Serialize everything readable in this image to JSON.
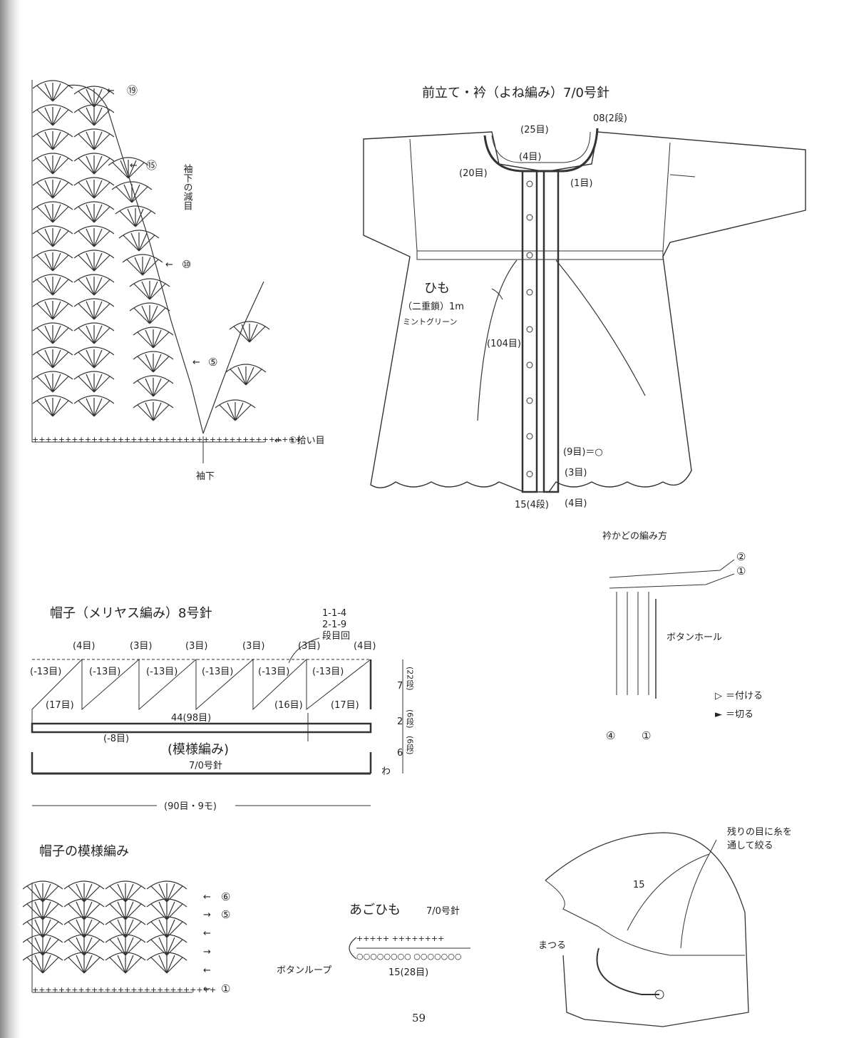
{
  "page_number": "59",
  "sleeve": {
    "title": "袖下の減目",
    "rows": [
      "⑲",
      "⑮",
      "⑩",
      "⑤"
    ],
    "pickup_label": "①拾い目",
    "underarm_label": "袖下"
  },
  "cardigan": {
    "title": "前立て・衿（よね編み）7/0号針",
    "top_rows": "08(2段)",
    "labels": {
      "neck": "(25目)",
      "band_top": "(4目)",
      "collar_side": "(20目)",
      "first": "(1目)",
      "center": "(104目)",
      "buttons": "(9目)＝○",
      "gap": "(3目)",
      "bottom": "(4目)",
      "bottom_rows": "15(4段)"
    },
    "tie": {
      "name": "ひも",
      "sub": "（二重鎖）1m",
      "color": "ミントグリーン"
    }
  },
  "collar_corner": {
    "title": "衿かどの編み方",
    "buttonhole": "ボタンホール",
    "row_top": [
      "②",
      "①"
    ],
    "row_bottom": [
      "④",
      "①"
    ],
    "legend": [
      {
        "symbol": "▷",
        "text": "＝付ける"
      },
      {
        "symbol": "►",
        "text": "＝切る"
      }
    ]
  },
  "hat": {
    "title": "帽子（メリヤス編み）8号針",
    "decrease_note": [
      "1-1-4",
      "2-1-9",
      "段目回"
    ],
    "top_counts": [
      "(4目)",
      "(3目)",
      "(3目)",
      "(3目)",
      "(3目)",
      "(4目)"
    ],
    "minus13": "(-13目)",
    "side17": "(17目)",
    "center16": "(16目)",
    "width": "44(98目)",
    "minus8": "(-8目)",
    "band_name": "(模様編み)",
    "band_needle": "7/0号針",
    "heights": [
      "7",
      "2",
      "6"
    ],
    "height_rows": [
      "(22段)",
      "(6段)",
      "(6段)"
    ],
    "loop": "わ",
    "bottom_width": "(90目・9モ)"
  },
  "hat_pattern": {
    "title": "帽子の模様編み",
    "rows": [
      "⑥",
      "⑤",
      "①"
    ]
  },
  "chin_strap": {
    "title": "あごひも",
    "needle": "7/0号針",
    "loop": "ボタンループ",
    "length": "15(28目)"
  },
  "hat_sketch": {
    "note1": "残りの目に糸を",
    "note2": "通して絞る",
    "num": "15",
    "sew": "まつる"
  }
}
